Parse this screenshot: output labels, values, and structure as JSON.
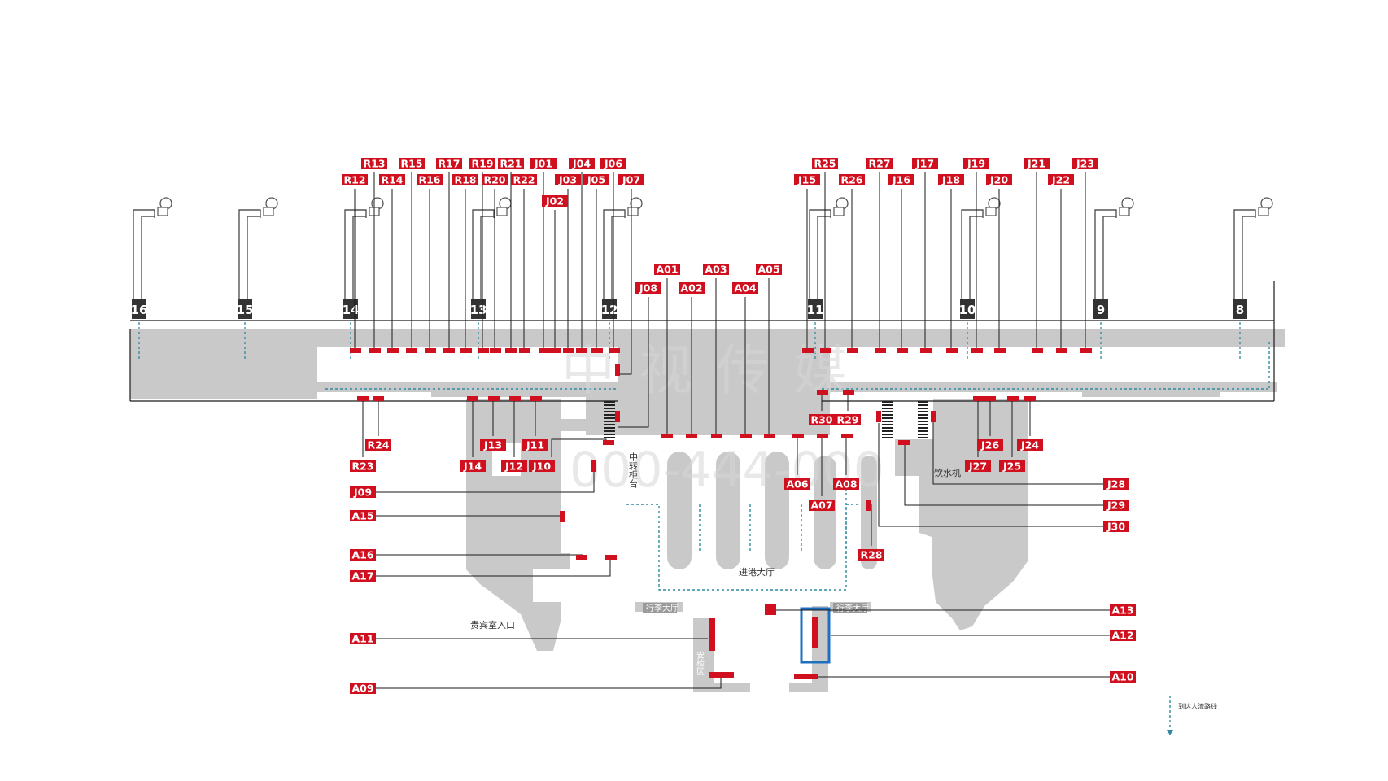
{
  "map": {
    "colors": {
      "tag": "#d1101f",
      "floor": "#c9c9c9",
      "floor_dark": "#bdbdbd",
      "line": "#1a1a1a",
      "flow": "#2f8aa0",
      "highlight": "#1e6fc0",
      "gate_box": "#333333"
    },
    "gates": [
      "16",
      "15",
      "14",
      "13",
      "12",
      "11",
      "10",
      "9",
      "8"
    ],
    "labels": {
      "arrival_hall": "进港大厅",
      "vip_entrance": "贵宾室入口",
      "water_dispenser": "饮水机",
      "transfer": "中转柜台",
      "luggage_hall": "行李大厅",
      "luggage_hall_right": "行李大厅",
      "security": "安检区"
    },
    "watermark": {
      "brand": "中 视 传 媒",
      "phone": "000-444-000"
    },
    "legend": {
      "label": "到达人流路线",
      "icon": "arrow-down-dashed"
    },
    "tags": {
      "top": [
        "R13",
        "R15",
        "R17",
        "R19",
        "R21",
        "J01",
        "J04",
        "J06",
        "R12",
        "R14",
        "R16",
        "R18",
        "R20",
        "R22",
        "J03",
        "J05",
        "J07",
        "J02",
        "R25",
        "R27",
        "J17",
        "J19",
        "J21",
        "J23",
        "J15",
        "R26",
        "J16",
        "J18",
        "J20",
        "J22"
      ],
      "middle": [
        "A01",
        "A03",
        "A05",
        "J08",
        "A02",
        "A04"
      ],
      "left": [
        "R24",
        "R23",
        "J13",
        "J11",
        "J14",
        "J12",
        "J10",
        "J09",
        "A15",
        "A16",
        "A17",
        "A11",
        "A09"
      ],
      "right": [
        "R30",
        "R29",
        "J26",
        "J24",
        "J27",
        "J25",
        "J28",
        "J29",
        "J30",
        "R28",
        "A13",
        "A12",
        "A10"
      ],
      "center": [
        "A06",
        "A08",
        "A07"
      ]
    }
  }
}
